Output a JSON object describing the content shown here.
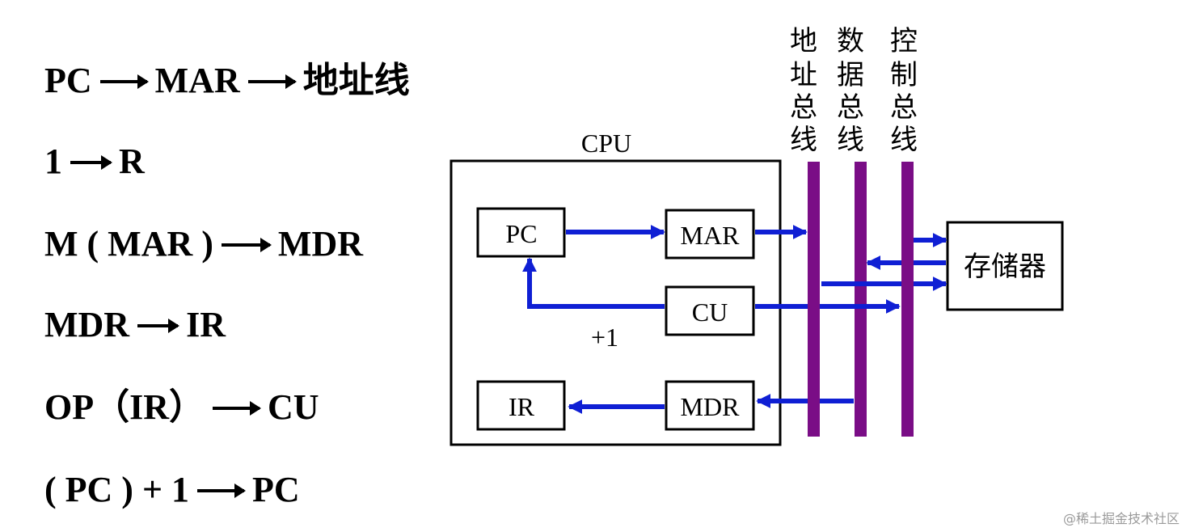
{
  "steps": [
    {
      "parts": [
        "PC",
        "MAR",
        "地址线"
      ]
    },
    {
      "parts": [
        "1",
        "R"
      ]
    },
    {
      "parts": [
        "M ( MAR )",
        "MDR"
      ]
    },
    {
      "parts": [
        "MDR",
        "IR"
      ]
    },
    {
      "parts": [
        "OP（IR）",
        "CU"
      ]
    },
    {
      "parts": [
        "( PC ) + 1",
        "PC"
      ]
    }
  ],
  "diagram": {
    "cpu_label": "CPU",
    "pc_label": "PC",
    "mar_label": "MAR",
    "cu_label": "CU",
    "ir_label": "IR",
    "mdr_label": "MDR",
    "plus_one_label": "+1",
    "memory_label": "存储器",
    "bus_labels": [
      {
        "chars": [
          "地",
          "址",
          "总",
          "线"
        ]
      },
      {
        "chars": [
          "数",
          "据",
          "总",
          "线"
        ]
      },
      {
        "chars": [
          "控",
          "制",
          "总",
          "线"
        ]
      }
    ],
    "colors": {
      "bus": "#7a0d86",
      "arrow": "#0f1fd4",
      "box": "#000000"
    }
  },
  "watermark": "@稀土掘金技术社区"
}
